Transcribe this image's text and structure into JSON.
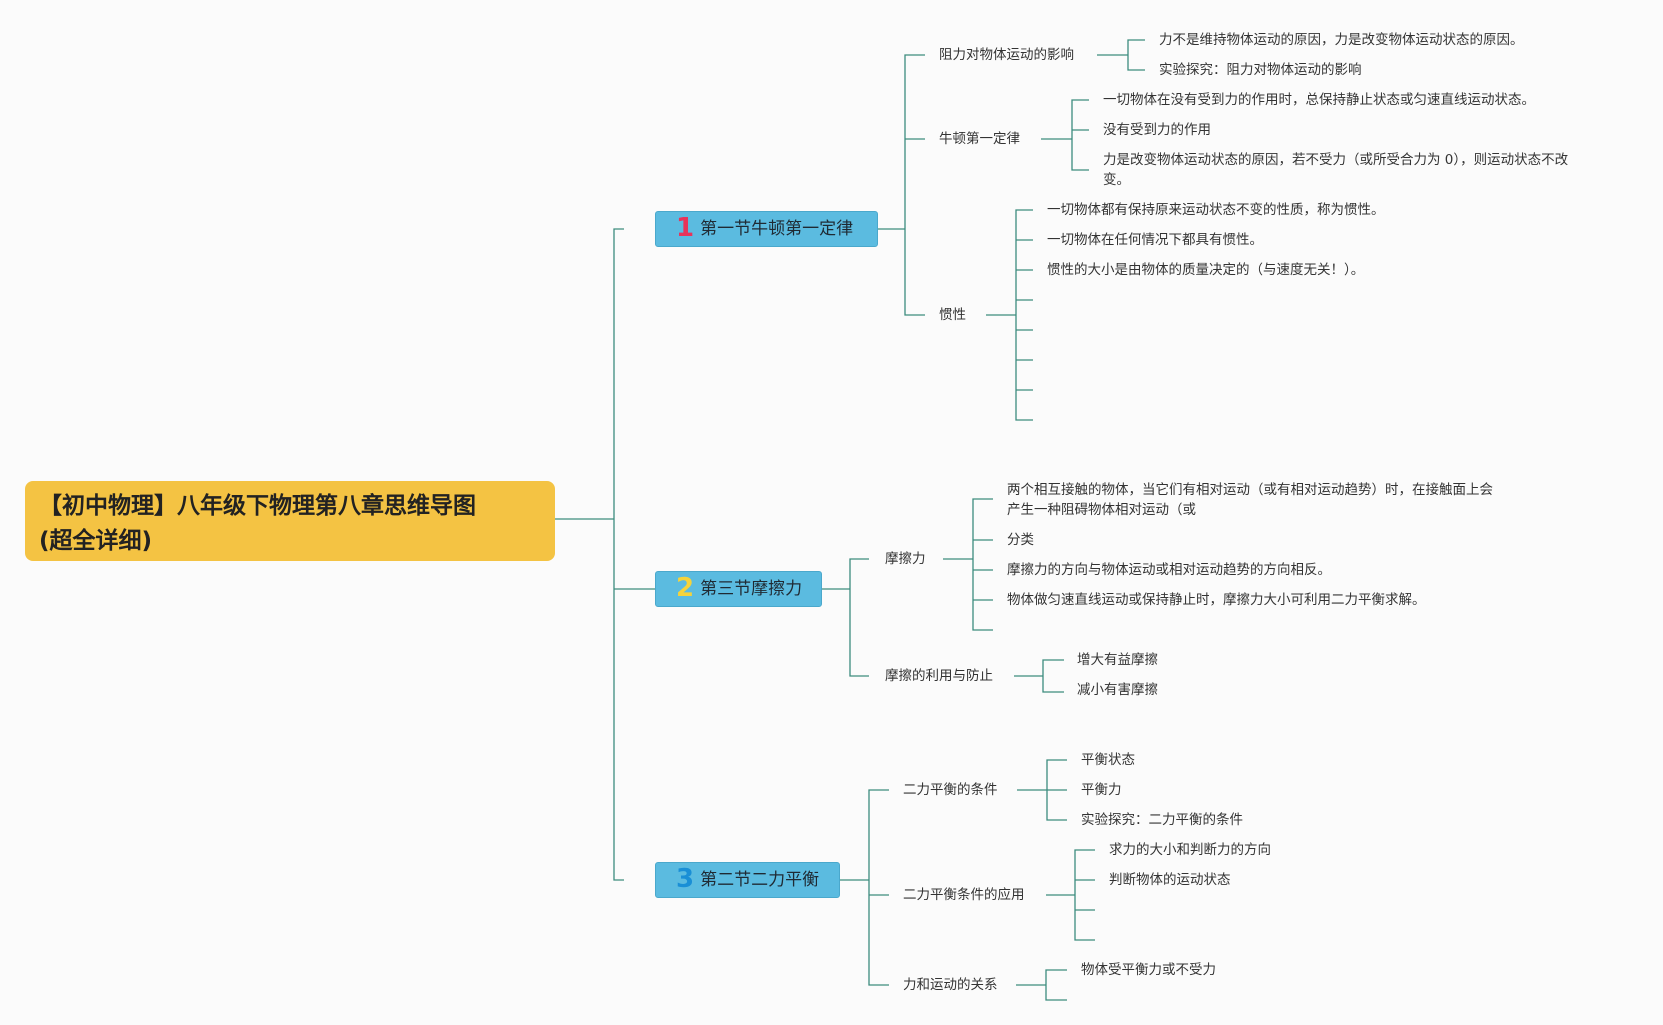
{
  "root": {
    "line1": "【初中物理】八年级下物理第八章思维导图",
    "line2": "(超全详细)"
  },
  "sections": [
    {
      "num": "1",
      "num_color": "#e8335a",
      "title": "第一节牛顿第一定律",
      "topics": [
        {
          "label": "阻力对物体运动的影响",
          "items": [
            "力不是维持物体运动的原因，力是改变物体运动状态的原因。",
            "实验探究：阻力对物体运动的影响"
          ]
        },
        {
          "label": "牛顿第一定律",
          "items": [
            "一切物体在没有受到力的作用时，总保持静止状态或匀速直线运动状态。",
            "没有受到力的作用",
            "力是改变物体运动状态的原因，若不受力（或所受合力为 0），则运动状态不改变。"
          ]
        },
        {
          "label": "惯性",
          "items": [
            "一切物体都有保持原来运动状态不变的性质，称为惯性。",
            "一切物体在任何情况下都具有惯性。",
            "惯性的大小是由物体的质量决定的（与速度无关！）。"
          ]
        }
      ]
    },
    {
      "num": "2",
      "num_color": "#f5d33b",
      "title": "第三节摩擦力",
      "topics": [
        {
          "label": "摩擦力",
          "items": [
            "两个相互接触的物体，当它们有相对运动（或有相对运动趋势）时，在接触面上会产生一种阻碍物体相对运动（或",
            "分类",
            "摩擦力的方向与物体运动或相对运动趋势的方向相反。",
            "物体做匀速直线运动或保持静止时，摩擦力大小可利用二力平衡求解。"
          ]
        },
        {
          "label": "摩擦的利用与防止",
          "items": [
            "增大有益摩擦",
            "减小有害摩擦"
          ]
        }
      ]
    },
    {
      "num": "3",
      "num_color": "#1a8fd6",
      "title": "第二节二力平衡",
      "topics": [
        {
          "label": "二力平衡的条件",
          "items": [
            "平衡状态",
            "平衡力",
            "实验探究：二力平衡的条件"
          ]
        },
        {
          "label": "二力平衡条件的应用",
          "items": [
            "求力的大小和判断力的方向",
            "判断物体的运动状态"
          ]
        },
        {
          "label": "力和运动的关系",
          "items": [
            "物体受平衡力或不受力"
          ]
        }
      ]
    }
  ],
  "colors": {
    "root_bg": "#f4c343",
    "section_bg": "#5bbbe0",
    "line": "#3c8c7e"
  }
}
